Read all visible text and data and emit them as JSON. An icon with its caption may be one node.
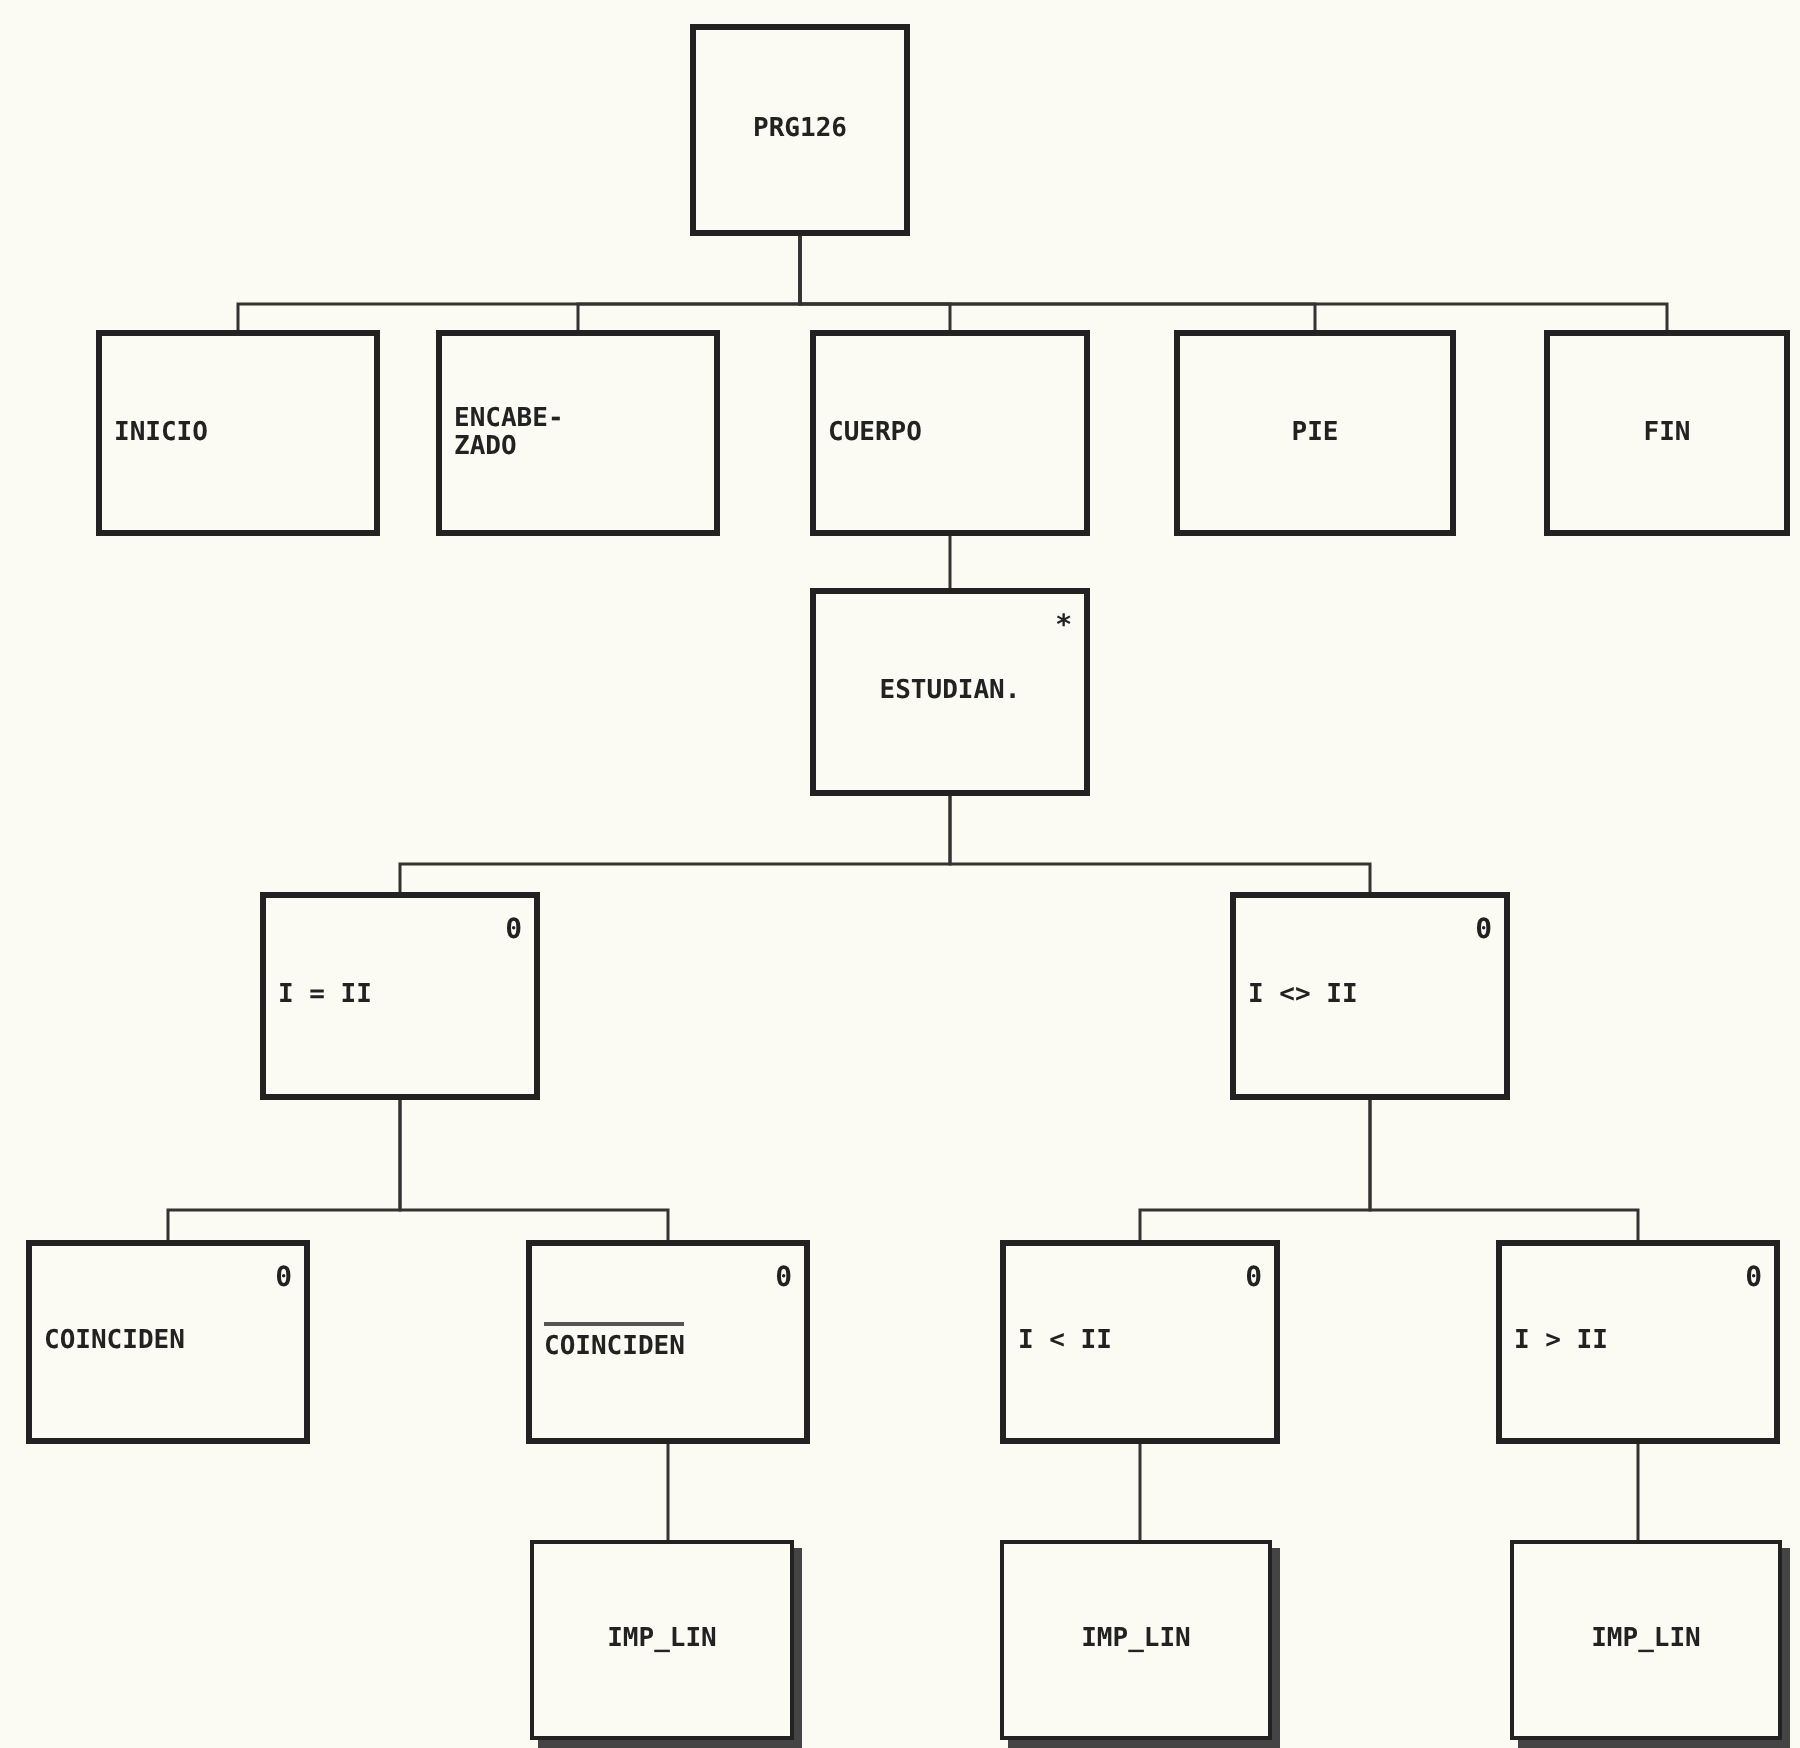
{
  "diagram": {
    "nodes": [
      {
        "text": [
          "PRG126"
        ]
      },
      {
        "text": [
          "INICIO"
        ]
      },
      {
        "text": [
          "ENCABE- ZADO"
        ]
      },
      {
        "text": [
          "CUERPO"
        ]
      },
      {
        "text": [
          "PIE"
        ]
      },
      {
        "text": [
          "FIN"
        ]
      },
      {
        "text": [
          "ESTUDIAN.",
          "*"
        ]
      },
      {
        "text": [
          "I = II",
          "0"
        ]
      },
      {
        "text": [
          "I <> II",
          "0"
        ]
      },
      {
        "text": [
          "COINCIDEN",
          "0"
        ]
      },
      {
        "text": [
          "COINCIDEN",
          "0"
        ]
      },
      {
        "text": [
          "I < II",
          "0"
        ]
      },
      {
        "text": [
          "I > II",
          "0"
        ]
      },
      {
        "text": [
          "IMP_LIN"
        ]
      },
      {
        "text": [
          "IMP_LIN"
        ]
      },
      {
        "text": [
          "IMP_LIN"
        ]
      }
    ],
    "edges": [
      {
        "from": 0,
        "to": 1,
        "arrow": "none"
      },
      {
        "from": 0,
        "to": 2,
        "arrow": "none"
      },
      {
        "from": 0,
        "to": 3,
        "arrow": "none"
      },
      {
        "from": 0,
        "to": 4,
        "arrow": "none"
      },
      {
        "from": 0,
        "to": 5,
        "arrow": "none"
      },
      {
        "from": 3,
        "to": 6,
        "arrow": "none"
      },
      {
        "from": 6,
        "to": 7,
        "arrow": "none"
      },
      {
        "from": 6,
        "to": 8,
        "arrow": "none"
      },
      {
        "from": 7,
        "to": 9,
        "arrow": "none"
      },
      {
        "from": 7,
        "to": 10,
        "arrow": "none"
      },
      {
        "from": 8,
        "to": 11,
        "arrow": "none"
      },
      {
        "from": 8,
        "to": 12,
        "arrow": "none"
      },
      {
        "from": 10,
        "to": 13,
        "arrow": "none"
      },
      {
        "from": 11,
        "to": 14,
        "arrow": "none"
      },
      {
        "from": 12,
        "to": 15,
        "arrow": "none"
      }
    ]
  }
}
